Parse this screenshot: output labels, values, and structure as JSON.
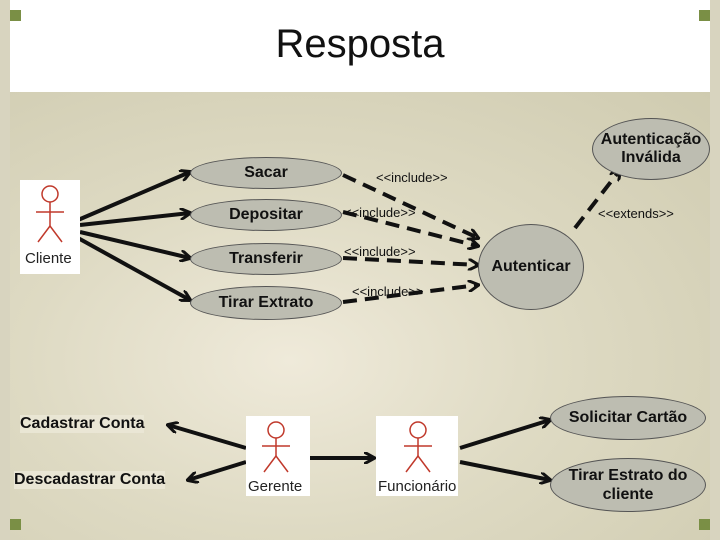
{
  "title": "Resposta",
  "actors": {
    "cliente": "Cliente",
    "gerente": "Gerente",
    "funcionario": "Funcionário"
  },
  "use_cases": {
    "sacar": "Sacar",
    "depositar": "Depositar",
    "transferir": "Transferir",
    "tirar_extrato": "Tirar Extrato",
    "autenticar": "Autenticar",
    "autenticacao_invalida": "Autenticação Inválida",
    "cadastrar_conta": "Cadastrar Conta",
    "descadastrar_conta": "Descadastrar Conta",
    "solicitar_cartao": "Solicitar Cartão",
    "tirar_extrato_cliente": "Tirar Estrato do cliente"
  },
  "relations": {
    "include_sacar": "<<include>>",
    "include_depositar": "<<include>>",
    "include_transferir": "<<include>>",
    "include_extrato": "<<include>>",
    "extends": "<<extends>>"
  }
}
